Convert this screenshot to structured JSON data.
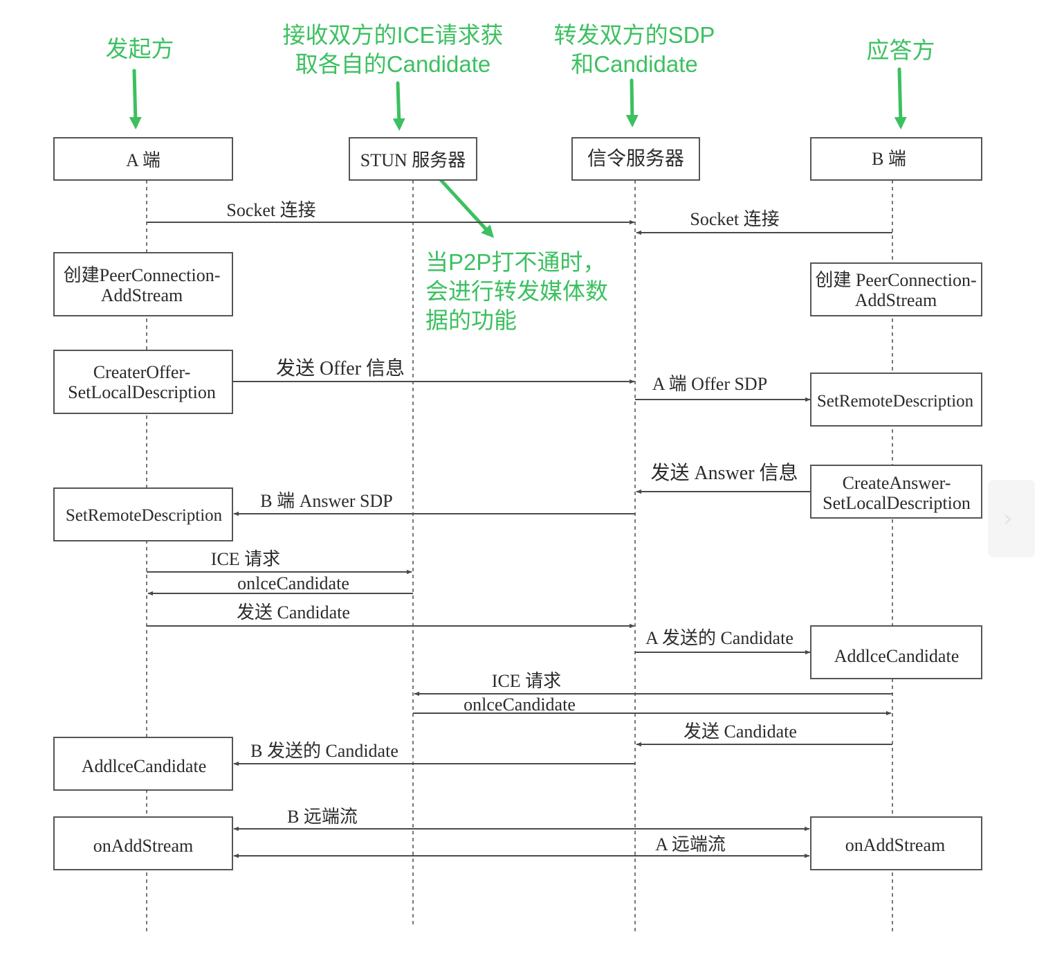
{
  "annotations": {
    "initiator": "发起方",
    "stun_role_line1": "接收双方的ICE请求获",
    "stun_role_line2": "取各自的Candidate",
    "signal_role_line1": "转发双方的SDP",
    "signal_role_line2": "和Candidate",
    "responder": "应答方",
    "relay_note_line1": "当P2P打不通时，",
    "relay_note_line2": "会进行转发媒体数",
    "relay_note_line3": "据的功能"
  },
  "participants": {
    "a": "A 端",
    "stun": "STUN 服务器",
    "signal": "信令服务器",
    "b": "B 端"
  },
  "boxes": {
    "a_create_pc_line1": "创建PeerConnection-",
    "a_create_pc_line2": "AddStream",
    "b_create_pc_line1": "创建 PeerConnection-",
    "b_create_pc_line2": "AddStream",
    "a_create_offer_line1": "CreaterOffer-",
    "a_create_offer_line2": "SetLocalDescription",
    "b_set_remote": "SetRemoteDescription",
    "b_create_answer_line1": "CreateAnswer-",
    "b_create_answer_line2": "SetLocalDescription",
    "a_set_remote": "SetRemoteDescription",
    "b_add_ice": "AddlceCandidate",
    "a_add_ice": "AddlceCandidate",
    "a_on_add_stream": "onAddStream",
    "b_on_add_stream": "onAddStream"
  },
  "messages": {
    "a_socket": "Socket 连接",
    "b_socket": "Socket 连接",
    "send_offer": "发送 Offer 信息",
    "a_offer_sdp": "A 端 Offer SDP",
    "send_answer": "发送 Answer 信息",
    "b_answer_sdp": "B 端 Answer SDP",
    "a_ice_request": "ICE 请求",
    "a_on_ice_candidate": "onlceCandidate",
    "a_send_candidate": "发送 Candidate",
    "a_sent_candidate": "A 发送的 Candidate",
    "b_ice_request": "ICE 请求",
    "b_on_ice_candidate": "onlceCandidate",
    "b_send_candidate": "发送 Candidate",
    "b_sent_candidate": "B 发送的 Candidate",
    "b_remote_stream": "B 远端流",
    "a_remote_stream": "A 远端流"
  }
}
